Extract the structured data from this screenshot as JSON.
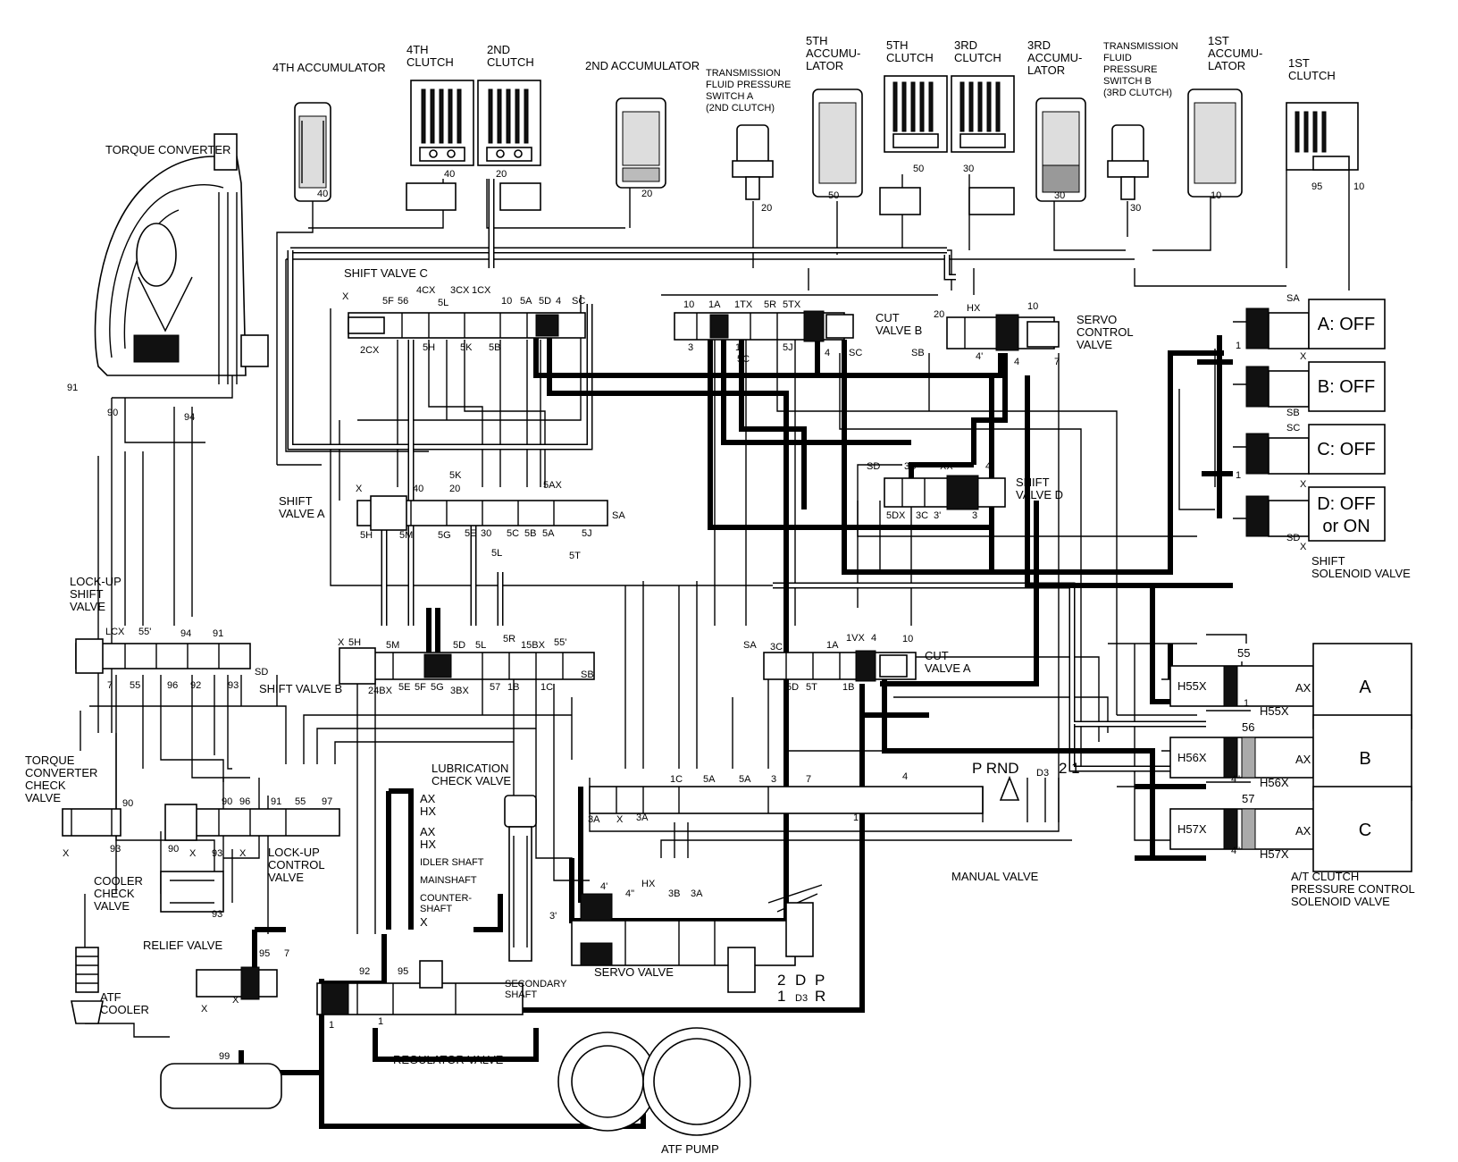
{
  "components": {
    "acc4": "4TH ACCUMULATOR",
    "clutch4": [
      "4TH",
      "CLUTCH"
    ],
    "clutch2": [
      "2ND",
      "CLUTCH"
    ],
    "acc2": "2ND ACCUMULATOR",
    "switch_a": [
      "TRANSMISSION",
      "FLUID PRESSURE",
      "SWITCH A",
      "(2ND CLUTCH)"
    ],
    "acc5": [
      "5TH",
      "ACCUMU-",
      "LATOR"
    ],
    "clutch5": [
      "5TH",
      "CLUTCH"
    ],
    "clutch3": [
      "3RD",
      "CLUTCH"
    ],
    "acc3": [
      "3RD",
      "ACCUMU-",
      "LATOR"
    ],
    "switch_b": [
      "TRANSMISSION",
      "FLUID",
      "PRESSURE",
      "SWITCH B",
      "(3RD CLUTCH)"
    ],
    "acc1": [
      "1ST",
      "ACCUMU-",
      "LATOR"
    ],
    "clutch1": [
      "1ST",
      "CLUTCH"
    ],
    "torque_converter": "TORQUE CONVERTER",
    "shift_valve_c": "SHIFT VALVE C",
    "cut_valve_b": [
      "CUT",
      "VALVE B"
    ],
    "servo_control": [
      "SERVO",
      "CONTROL",
      "VALVE"
    ],
    "shift_valve_a": [
      "SHIFT",
      "VALVE A"
    ],
    "shift_valve_d": [
      "SHIFT",
      "VALVE D"
    ],
    "lockup_shift": [
      "LOCK-UP",
      "SHIFT",
      "VALVE"
    ],
    "shift_valve_b": "SHIFT VALVE B",
    "cut_valve_a": [
      "CUT",
      "VALVE A"
    ],
    "shift_solenoid": [
      "SHIFT",
      "SOLENOID VALVE"
    ],
    "tc_check": [
      "TORQUE",
      "CONVERTER",
      "CHECK",
      "VALVE"
    ],
    "lube_check": [
      "LUBRICATION",
      "CHECK VALVE"
    ],
    "lockup_control": [
      "LOCK-UP",
      "CONTROL",
      "VALVE"
    ],
    "cooler_check": [
      "COOLER",
      "CHECK",
      "VALVE"
    ],
    "relief_valve": "RELIEF VALVE",
    "atf_cooler": [
      "ATF",
      "COOLER"
    ],
    "regulator_valve": "REGULATOR VALVE",
    "servo_valve": "SERVO VALVE",
    "manual_valve": "MANUAL VALVE",
    "atf_pump": "ATF PUMP",
    "secondary_shaft": [
      "SECONDARY",
      "SHAFT"
    ],
    "at_clutch_pcs": [
      "A/T CLUTCH",
      "PRESSURE CONTROL",
      "SOLENOID VALVE"
    ]
  },
  "solenoid_states": [
    {
      "label": "A: OFF"
    },
    {
      "label": "B: OFF"
    },
    {
      "label": "C: OFF"
    },
    {
      "label": "D: OFF",
      "label2": "or ON"
    }
  ],
  "pcs_valves": [
    {
      "letter": "A",
      "h": "H55X",
      "port": "55",
      "ax": "AX",
      "h2": "H55X"
    },
    {
      "letter": "B",
      "h": "H56X",
      "port": "56",
      "ax": "AX",
      "h2": "H56X"
    },
    {
      "letter": "C",
      "h": "H57X",
      "port": "57",
      "ax": "AX",
      "h2": "H57X"
    }
  ],
  "manual_positions": {
    "top": "P  RND",
    "sub": "D3",
    "rest": "2  1",
    "col1": [
      "2",
      "1"
    ],
    "col2": [
      "D",
      "D3"
    ],
    "col3": [
      "P",
      "R"
    ]
  },
  "lube_ports": [
    "AX",
    "HX",
    "AX",
    "HX",
    "IDLER SHAFT",
    "MAINSHAFT",
    "COUNTER-",
    "SHAFT",
    "X"
  ],
  "ports": {
    "svc_top": [
      "X",
      "5F",
      "56",
      "4CX",
      "5L",
      "3CX",
      "1CX",
      "10",
      "5A",
      "5D",
      "4",
      "SC"
    ],
    "svc_bot": [
      "2CX",
      "5H",
      "5K",
      "5B"
    ],
    "cvb_top": [
      "10",
      "1A",
      "1TX",
      "5R",
      "5TX"
    ],
    "cvb_bot": [
      "3",
      "1",
      "5C",
      "5J",
      "4",
      "SC"
    ],
    "scv": [
      "20",
      "HX",
      "10",
      "SB",
      "4'",
      "4",
      "7"
    ],
    "sva_top": [
      "X",
      "40",
      "5K",
      "20",
      "5AX"
    ],
    "sva_bot": [
      "5H",
      "5M",
      "5G",
      "5E",
      "30",
      "5C",
      "5B",
      "5A",
      "5J",
      "SA",
      "5L",
      "5T"
    ],
    "svd": [
      "SD",
      "3B",
      "XX",
      "4",
      "5DX",
      "3C",
      "3'",
      "3"
    ],
    "lus": [
      "LCX",
      "55'",
      "94",
      "91",
      "7",
      "55",
      "96",
      "92",
      "93",
      "SD"
    ],
    "svb_top": [
      "X",
      "5H",
      "5M",
      "5D",
      "5L",
      "5R",
      "15BX",
      "55'"
    ],
    "svb_bot": [
      "24BX",
      "5E",
      "5F",
      "5G",
      "3BX",
      "57",
      "1B",
      "1C",
      "SB"
    ],
    "cva": [
      "SA",
      "3C",
      "1A",
      "1VX",
      "4",
      "10",
      "5D",
      "5T",
      "1B"
    ],
    "tc": [
      "91",
      "90",
      "94"
    ],
    "luc": [
      "90",
      "96",
      "91",
      "55",
      "97",
      "90",
      "X",
      "93",
      "X",
      "93"
    ],
    "tcc": [
      "90",
      "93",
      "X"
    ],
    "relief": [
      "95",
      "7",
      "X",
      "X"
    ],
    "reg": [
      "92",
      "95",
      "1",
      "1",
      "99"
    ],
    "manual": [
      "1C",
      "5A",
      "5A",
      "3",
      "7",
      "4",
      "1",
      "3A",
      "X",
      "3A"
    ],
    "servo": [
      "4'",
      "4\"",
      "HX",
      "3B",
      "3A",
      "3'"
    ],
    "sol": [
      "SA",
      "1",
      "X",
      "SB",
      "SC",
      "1",
      "X",
      "SD",
      "X",
      "4\"",
      "4\"",
      "1"
    ],
    "acc_nums": [
      "40",
      "40",
      "20",
      "20",
      "20",
      "50",
      "50",
      "30",
      "30",
      "30",
      "10",
      "95",
      "10"
    ]
  }
}
